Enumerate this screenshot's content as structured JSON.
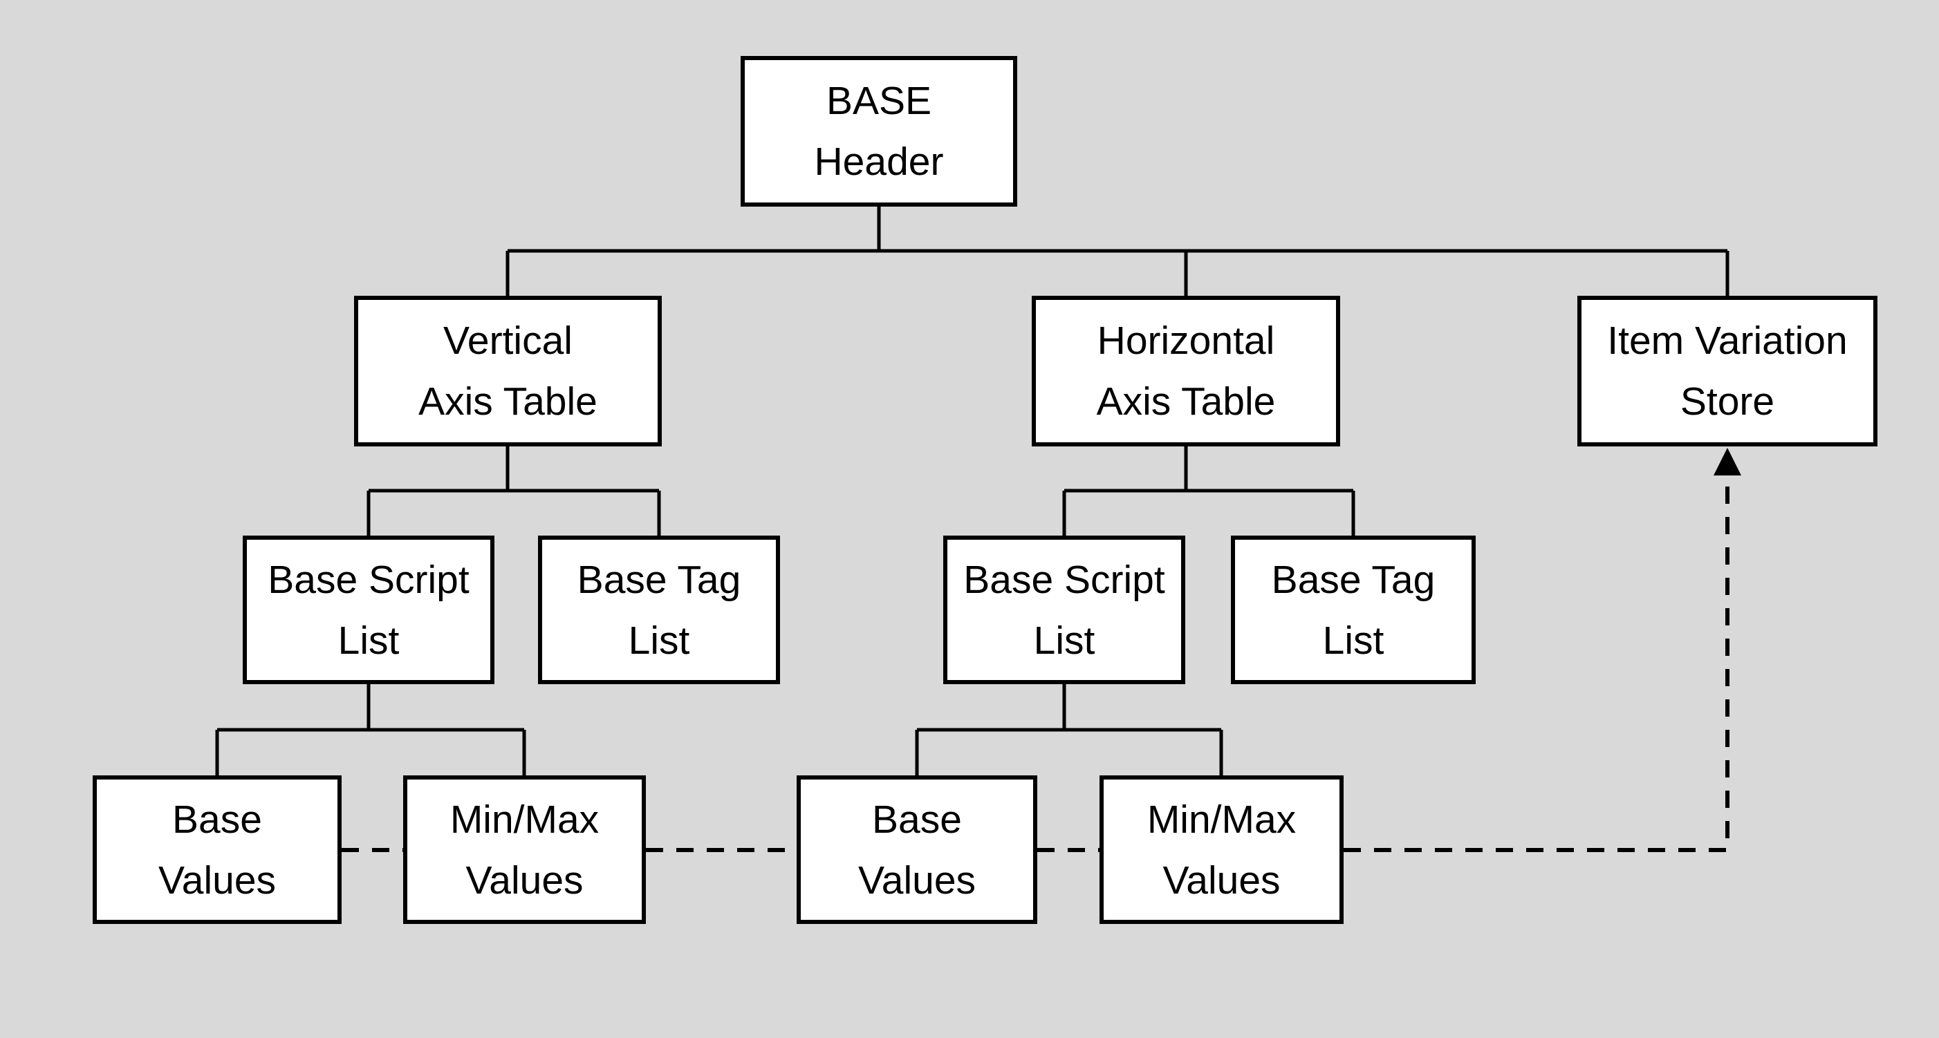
{
  "diagram": {
    "colors": {
      "background": "#d9d9d9",
      "node_fill": "#ffffff",
      "node_border": "#000000",
      "line": "#000000",
      "text": "#000000"
    },
    "nodes": [
      {
        "id": "base-header",
        "label": "BASE\nHeader"
      },
      {
        "id": "vertical-axis-table",
        "label": "Vertical\nAxis Table"
      },
      {
        "id": "horizontal-axis-table",
        "label": "Horizontal\nAxis Table"
      },
      {
        "id": "item-variation-store",
        "label": "Item Variation\nStore"
      },
      {
        "id": "base-script-list-vertical",
        "label": "Base Script\nList"
      },
      {
        "id": "base-tag-list-vertical",
        "label": "Base Tag\nList"
      },
      {
        "id": "base-script-list-horizontal",
        "label": "Base Script\nList"
      },
      {
        "id": "base-tag-list-horizontal",
        "label": "Base Tag\nList"
      },
      {
        "id": "base-values-vertical",
        "label": "Base\nValues"
      },
      {
        "id": "min-max-values-vertical",
        "label": "Min/Max\nValues"
      },
      {
        "id": "base-values-horizontal",
        "label": "Base\nValues"
      },
      {
        "id": "min-max-values-horizontal",
        "label": "Min/Max\nValues"
      }
    ],
    "edges": [
      {
        "from": "base-header",
        "to": "vertical-axis-table",
        "style": "solid"
      },
      {
        "from": "base-header",
        "to": "horizontal-axis-table",
        "style": "solid"
      },
      {
        "from": "base-header",
        "to": "item-variation-store",
        "style": "solid"
      },
      {
        "from": "vertical-axis-table",
        "to": "base-script-list-vertical",
        "style": "solid"
      },
      {
        "from": "vertical-axis-table",
        "to": "base-tag-list-vertical",
        "style": "solid"
      },
      {
        "from": "horizontal-axis-table",
        "to": "base-script-list-horizontal",
        "style": "solid"
      },
      {
        "from": "horizontal-axis-table",
        "to": "base-tag-list-horizontal",
        "style": "solid"
      },
      {
        "from": "base-script-list-vertical",
        "to": "base-values-vertical",
        "style": "solid"
      },
      {
        "from": "base-script-list-vertical",
        "to": "min-max-values-vertical",
        "style": "solid"
      },
      {
        "from": "base-script-list-horizontal",
        "to": "base-values-horizontal",
        "style": "solid"
      },
      {
        "from": "base-script-list-horizontal",
        "to": "min-max-values-horizontal",
        "style": "solid"
      },
      {
        "from": "base-values-vertical",
        "to": "item-variation-store",
        "style": "dashed-arrow"
      },
      {
        "from": "min-max-values-vertical",
        "to": "item-variation-store",
        "style": "dashed-arrow"
      },
      {
        "from": "base-values-horizontal",
        "to": "item-variation-store",
        "style": "dashed-arrow"
      },
      {
        "from": "min-max-values-horizontal",
        "to": "item-variation-store",
        "style": "dashed-arrow"
      }
    ]
  }
}
